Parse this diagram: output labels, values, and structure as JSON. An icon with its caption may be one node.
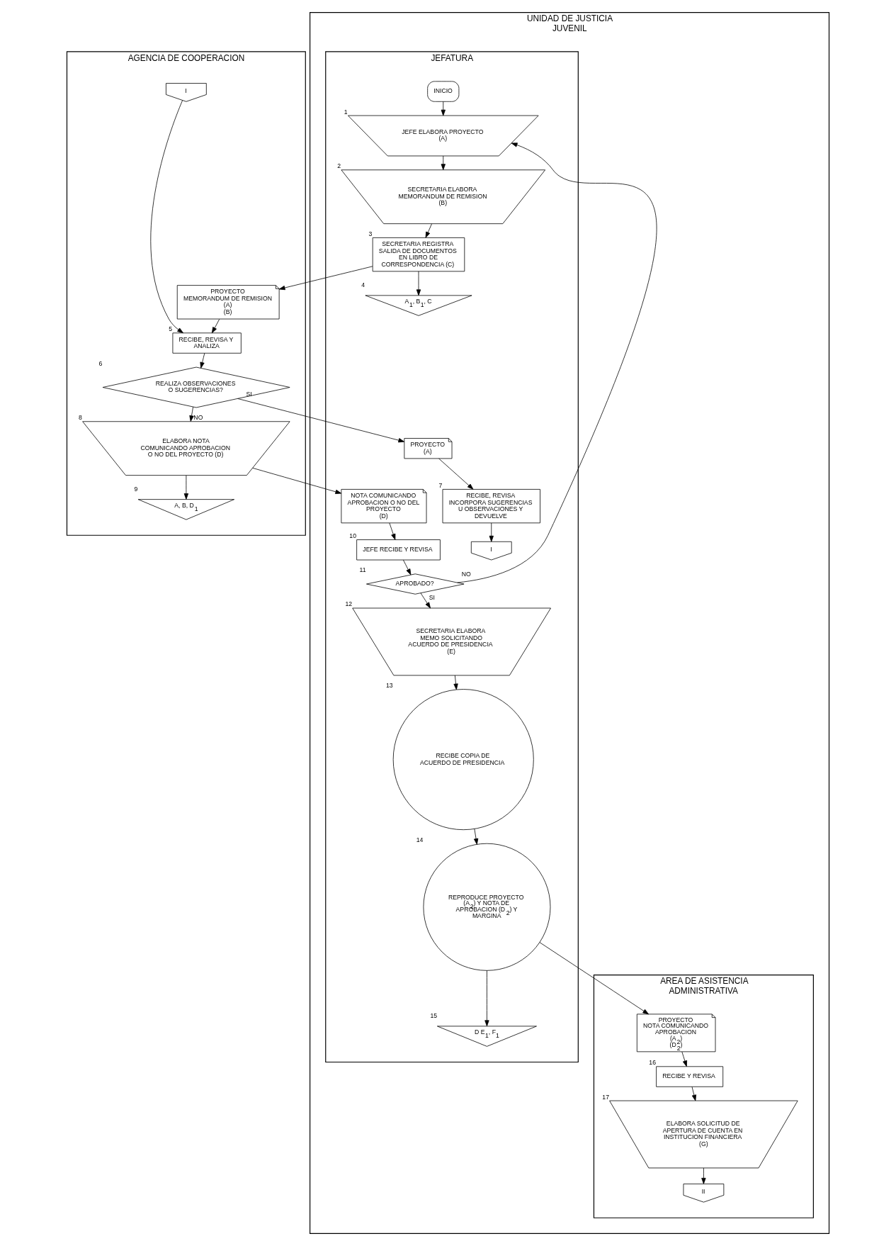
{
  "diagram": {
    "nodes": [
      {
        "text": [
          "UNIDAD DE JUSTICIA JUVENIL"
        ]
      },
      {
        "text": [
          "AREA DE ASISTENCIA ADMINISTRATIVA"
        ],
        "in": 0
      },
      {
        "text": [
          "JEFATURA"
        ],
        "in": 0
      },
      {
        "text": [
          "AGENCIA DE COOPERACION"
        ]
      },
      {
        "text": [
          "INICIO"
        ],
        "in": 2
      },
      {
        "text": [
          "JEFE ELABORA PROYECTO (A)"
        ],
        "in": 2,
        "beside": [
          "1"
        ]
      },
      {
        "text": [
          "SECRETARIA ELABORA MEMORANDUM DE REMISION (B)"
        ],
        "in": 2,
        "beside": [
          "2"
        ]
      },
      {
        "text": [
          "SECRETARIA REGISTRA SALIDA DE DOCUMENTOS EN LIBRO DE CORRESPONDENCIA (C)"
        ],
        "in": 2,
        "beside": [
          "3"
        ]
      },
      {
        "text": [
          "PROYECTO",
          "MEMORANDUM DE REMISION",
          "(A)",
          "(B)"
        ],
        "in": 3
      },
      {
        "text": [
          "A$_{1}$, B$_{1}$, C"
        ],
        "in": 2,
        "beside": [
          "4"
        ]
      },
      {
        "text": [
          "RECIBE, REVISA Y ANALIZA"
        ],
        "in": 3,
        "beside": [
          "5"
        ]
      },
      {
        "text": [
          "I"
        ],
        "in": 3
      },
      {
        "text": [
          "REALIZA OBSERVACIONES O SUGERENCIAS?"
        ],
        "in": 3,
        "beside": [
          "6"
        ]
      },
      {
        "text": [
          "PROYECTO",
          "(A)"
        ],
        "in": 2
      },
      {
        "text": [
          "RECIBE, REVISA INCORPORA SUGERENCIAS U OBSERVACIONES Y DEVUELVE"
        ],
        "in": 2,
        "beside": [
          "7"
        ]
      },
      {
        "text": [
          "I"
        ],
        "in": 2
      },
      {
        "text": [
          "ELABORA NOTA COMUNICANDO APROBACION O NO DEL PROYECTO (D)"
        ],
        "in": 3,
        "beside": [
          "8"
        ]
      },
      {
        "text": [
          "A, B, D$_{1}$"
        ],
        "in": 3,
        "beside": [
          "9"
        ]
      },
      {
        "text": [
          "NOTA COMUNICANDO APROBACION O NO DEL PROYECTO",
          "(D)"
        ],
        "in": 2
      },
      {
        "text": [
          "JEFE RECIBE Y REVISA"
        ],
        "in": 2,
        "beside": [
          "10"
        ]
      },
      {
        "text": [
          "APROBADO?"
        ],
        "in": 2,
        "beside": [
          "11"
        ]
      },
      {
        "text": [
          "SECRETARIA ELABORA MEMO SOLICITANDO ACUERDO DE PRESIDENCIA (E)"
        ],
        "in": 2,
        "beside": [
          "12"
        ]
      },
      {
        "text": [
          "RECIBE COPIA DE ACUERDO DE PRESIDENCIA"
        ],
        "in": 2,
        "beside": [
          "13"
        ]
      },
      {
        "text": [
          "REPRODUCE PROYECTO (A$_{2}$) Y NOTA DE APROBACION (D$_{2}$) Y MARGINA"
        ],
        "in": 2,
        "beside": [
          "14"
        ]
      },
      {
        "text": [
          "D E$_{1}$, F$_{1}$"
        ],
        "in": 2,
        "beside": [
          "15"
        ]
      },
      {
        "text": [
          "PROYECTO",
          "NOTA COMUNICANDO APROBACION",
          "(A$_{2}$)",
          "(D$_{2}$)"
        ],
        "in": 1
      },
      {
        "text": [
          "RECIBE Y REVISA"
        ],
        "in": 1,
        "beside": [
          "16"
        ]
      },
      {
        "text": [
          "ELABORA SOLICITUD DE APERTURA DE CUENTA EN INSTITUCION FINANCIERA (G)"
        ],
        "in": 1,
        "beside": [
          "17"
        ]
      },
      {
        "text": [
          "II"
        ],
        "in": 1
      }
    ],
    "edges": [
      {
        "from": 4,
        "to": 5,
        "arrow": "to"
      },
      {
        "from": 5,
        "to": 6,
        "arrow": "to"
      },
      {
        "from": 6,
        "to": 7,
        "arrow": "to"
      },
      {
        "from": 7,
        "to": 9,
        "arrow": "to"
      },
      {
        "from": 7,
        "to": 8,
        "arrow": "to"
      },
      {
        "from": 8,
        "to": 10,
        "arrow": "to"
      },
      {
        "from": 11,
        "to": 10,
        "arrow": "to"
      },
      {
        "from": 10,
        "to": 12,
        "arrow": "to"
      },
      {
        "from": 12,
        "to": 13,
        "arrow": "to",
        "label": "SI"
      },
      {
        "from": 12,
        "to": 16,
        "arrow": "to",
        "label": "NO"
      },
      {
        "from": 13,
        "to": 14,
        "arrow": "to"
      },
      {
        "from": 14,
        "to": 15,
        "arrow": "to"
      },
      {
        "from": 16,
        "to": 17,
        "arrow": "to"
      },
      {
        "from": 16,
        "to": 18,
        "arrow": "to"
      },
      {
        "from": 18,
        "to": 19,
        "arrow": "to"
      },
      {
        "from": 19,
        "to": 20,
        "arrow": "to"
      },
      {
        "from": 20,
        "to": 5,
        "arrow": "to",
        "label": "NO"
      },
      {
        "from": 20,
        "to": 21,
        "arrow": "to",
        "label": "SI"
      },
      {
        "from": 21,
        "to": 22,
        "arrow": "to"
      },
      {
        "from": 22,
        "to": 23,
        "arrow": "to"
      },
      {
        "from": 23,
        "to": 24,
        "arrow": "to"
      },
      {
        "from": 23,
        "to": 25,
        "arrow": "to"
      },
      {
        "from": 25,
        "to": 26,
        "arrow": "to"
      },
      {
        "from": 26,
        "to": 27,
        "arrow": "to"
      },
      {
        "from": 27,
        "to": 28,
        "arrow": "to"
      }
    ]
  }
}
